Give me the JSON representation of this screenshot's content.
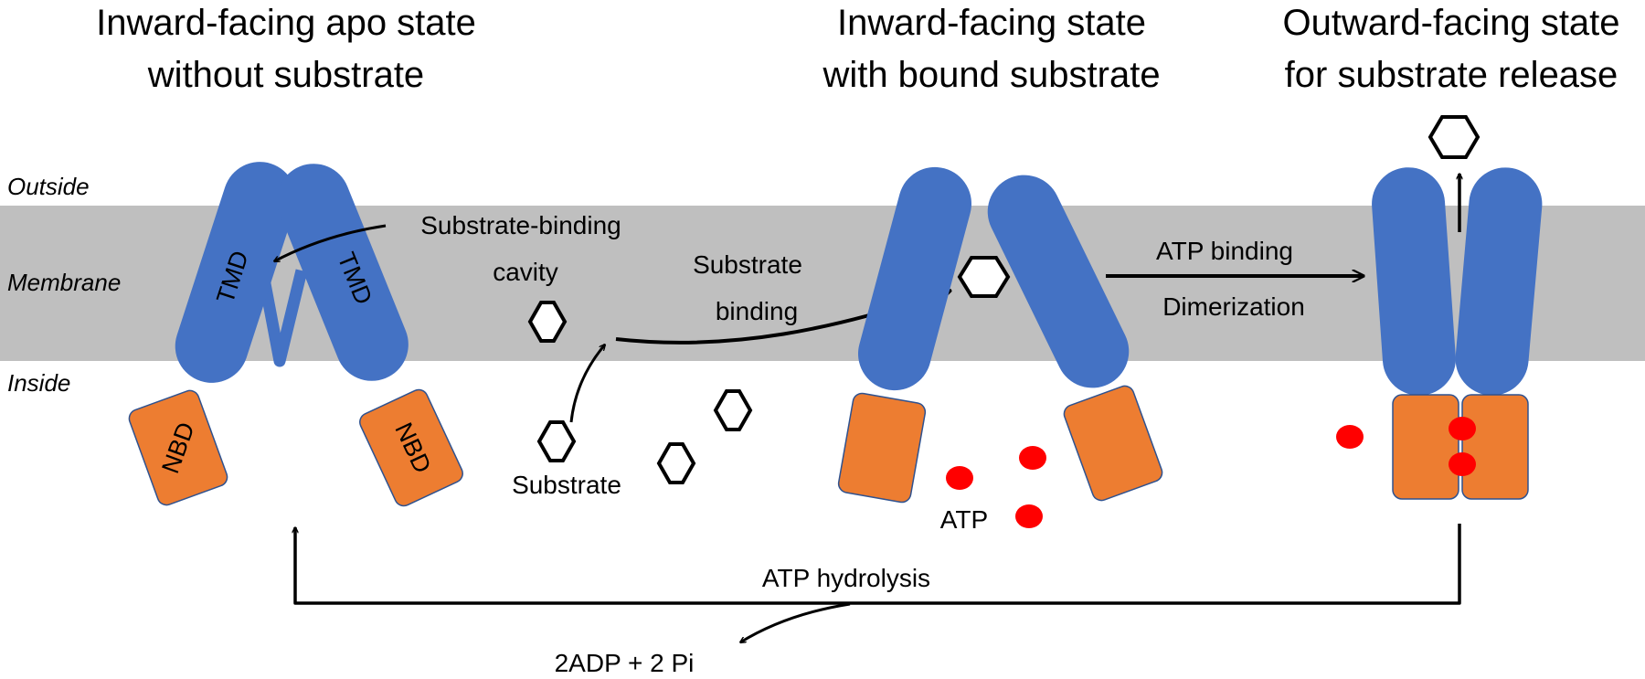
{
  "colors": {
    "tmd": "#4472C4",
    "nbd": "#ED7D31",
    "membrane": "#BFBFBF",
    "atp": "#FF0000"
  },
  "titles": {
    "left_line1": "Inward-facing apo state",
    "left_line2": "without substrate",
    "mid_line1": "Inward-facing state",
    "mid_line2": "with bound substrate",
    "right_line1": "Outward-facing state",
    "right_line2": "for substrate release"
  },
  "regions": {
    "outside": "Outside",
    "membrane": "Membrane",
    "inside": "Inside"
  },
  "domains": {
    "tmd": "TMD",
    "nbd": "NBD"
  },
  "annotations": {
    "cavity_line1": "Substrate-binding",
    "cavity_line2": "cavity",
    "binding_line1": "Substrate",
    "binding_line2": "binding",
    "substrate": "Substrate",
    "atp": "ATP",
    "atp_binding": "ATP binding",
    "dimerization": "Dimerization",
    "hydrolysis": "ATP hydrolysis",
    "products": "2ADP + 2 Pi"
  },
  "icons": [
    "substrate-hexagon-icon",
    "atp-dot-icon",
    "arrow-icon"
  ]
}
